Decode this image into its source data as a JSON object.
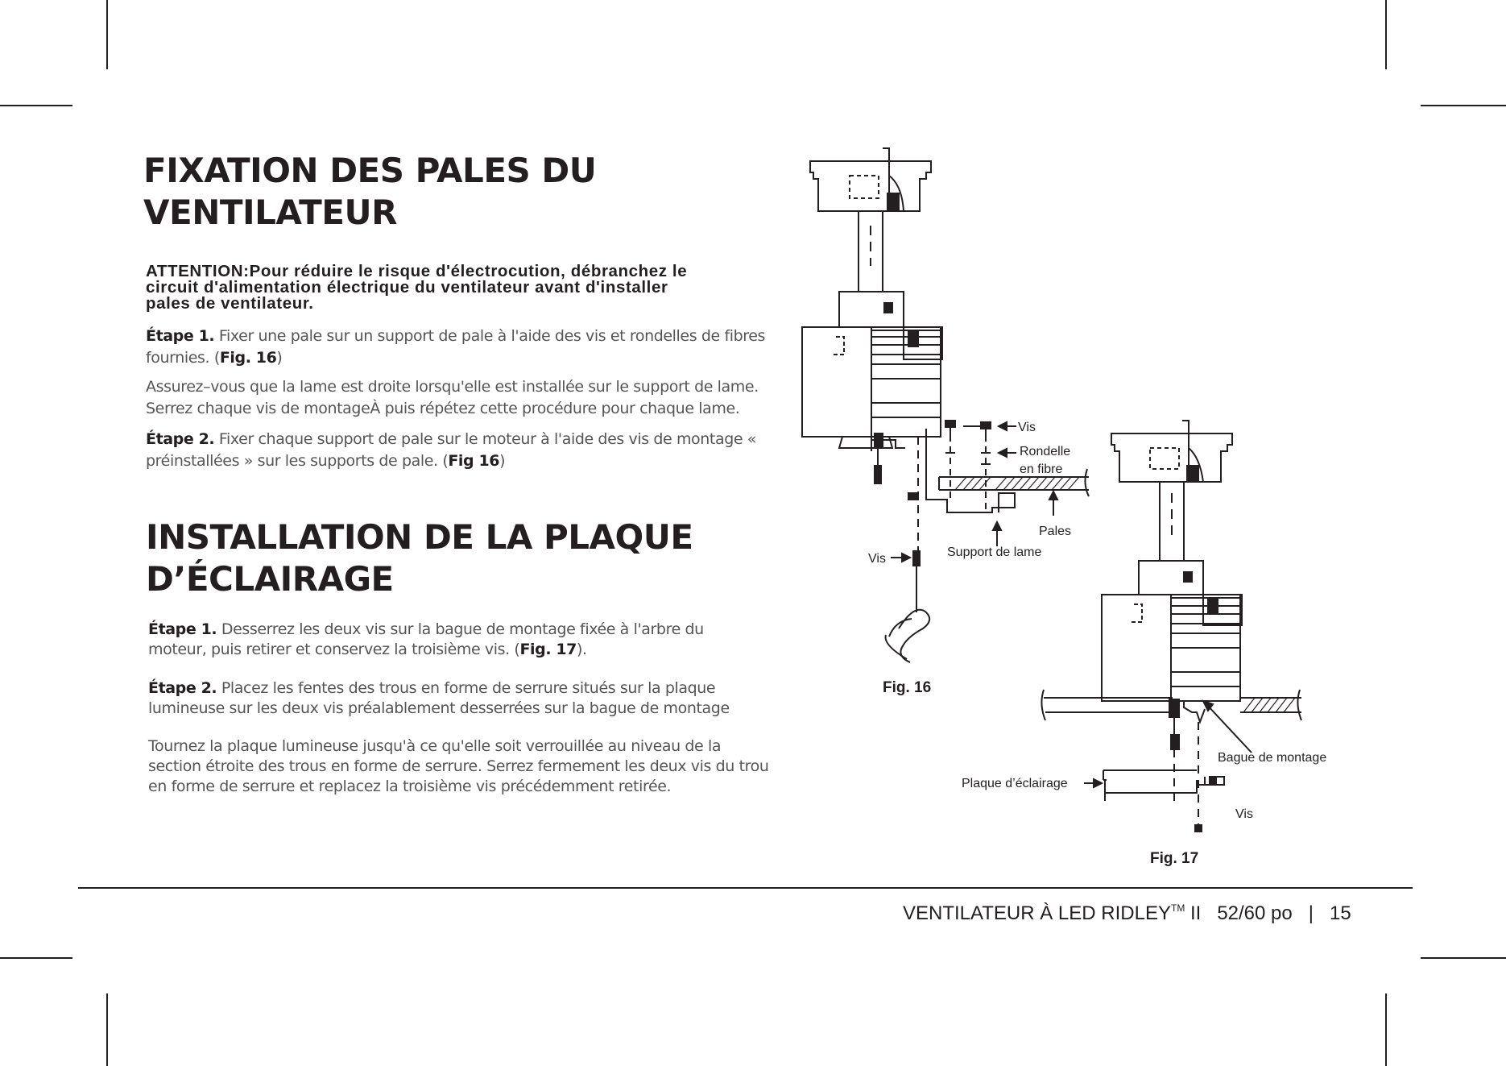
{
  "section1": {
    "title_line1": "FIXATION DES PALES DU",
    "title_line2": "VENTILATEUR",
    "warning_line1": "ATTENTION:Pour réduire le risque d'électrocution, débranchez le",
    "warning_line2": "circuit d'alimentation électrique du ventilateur avant d'installer",
    "warning_line3": "pales de ventilateur.",
    "step1_label": "Étape 1.",
    "step1_text": " Fixer une pale sur un support de pale à l'aide des vis et rondelles de fibres fournies. (",
    "step1_fig": "Fig. 16",
    "step1_end": ")",
    "note_line1": "Assurez–vous que la lame est droite lorsqu'elle est installée sur le support de lame.",
    "note_line2": "Serrez chaque vis de montageÀ puis répétez cette procédure pour chaque lame.",
    "step2_label": "Étape 2.",
    "step2_text": " Fixer chaque support de pale sur le moteur à l'aide des vis de montage « préinstallées » sur les supports de pale. (",
    "step2_fig": "Fig 16",
    "step2_end": ")"
  },
  "section2": {
    "title_line1": "INSTALLATION DE LA PLAQUE",
    "title_line2": "D’ÉCLAIRAGE",
    "step1_label": "Étape 1.",
    "step1_text": " Desserrez les deux vis sur la bague de montage fixée à l'arbre du moteur, puis retirer et conservez la troisième vis. (",
    "step1_fig": "Fig. 17",
    "step1_end": ").",
    "step2_label": "Étape 2.",
    "step2_text": " Placez les fentes des trous en forme de serrure situés sur la plaque lumineuse sur les deux vis préalablement desserrées sur la bague de montage",
    "para3": "Tournez la plaque lumineuse jusqu'à ce qu'elle soit verrouillée au niveau de la section étroite des trous en forme de serrure. Serrez fermement les deux vis du trou en forme de serrure et replacez la troisième vis précédemment retirée."
  },
  "fig16": {
    "caption": "Fig. 16",
    "label_vis_top": "Vis",
    "label_rondelle_1": "Rondelle",
    "label_rondelle_2": "en fibre",
    "label_pales": "Pales",
    "label_support": "Support de lame",
    "label_vis_left": "Vis"
  },
  "fig17": {
    "caption": "Fig. 17",
    "label_bague": "Bague de montage",
    "label_plaque": "Plaque  d’éclairage",
    "label_vis": "Vis"
  },
  "footer": {
    "product": "VENTILATEUR À LED RIDLEY",
    "trademark": "TM",
    "model": " II   52/60 po   |   15"
  },
  "colors": {
    "text": "#231f20",
    "body_text": "#555555",
    "background": "#ffffff"
  }
}
